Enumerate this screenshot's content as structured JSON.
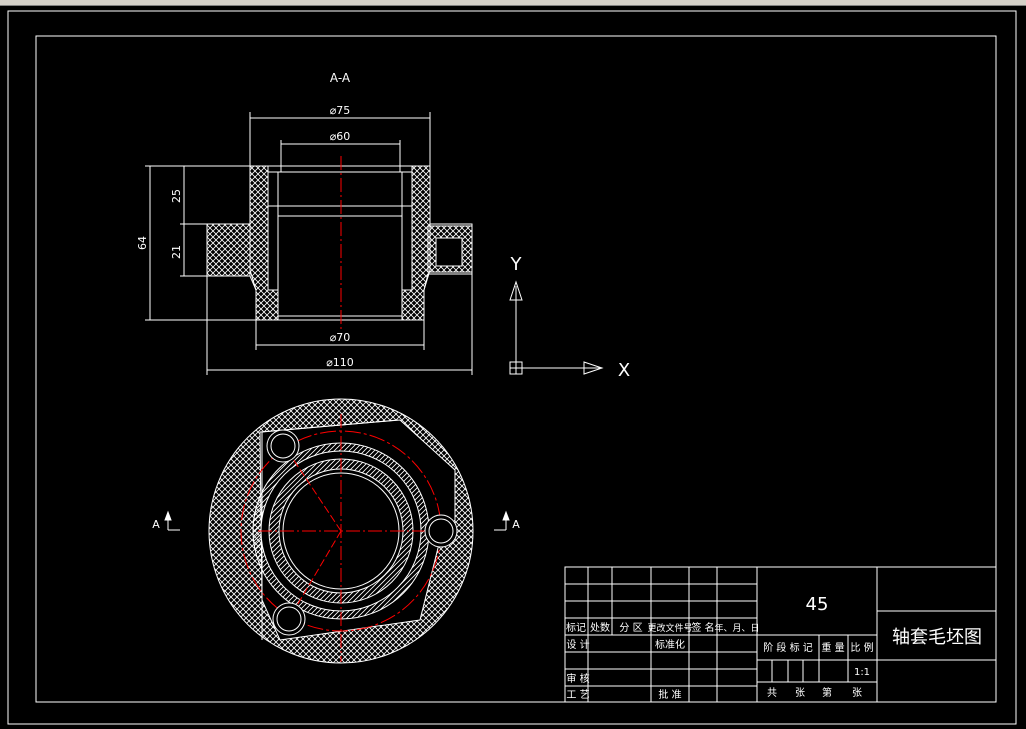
{
  "section_label": "A-A",
  "dimensions": {
    "d75": "⌀75",
    "d60": "⌀60",
    "d70": "⌀70",
    "d110": "⌀110",
    "h64": "64",
    "h25": "25",
    "h21": "21"
  },
  "cut_marks": {
    "left": "A",
    "right": "A"
  },
  "ucs": {
    "x_label": "X",
    "y_label": "Y"
  },
  "title_block": {
    "material": "45",
    "drawing_title": "轴套毛坯图",
    "headers": [
      "标记",
      "处数",
      "分 区",
      "更改文件号",
      "签 名",
      "年、月、日"
    ],
    "design": "设 计",
    "standardization": "标准化",
    "review": "审 核",
    "process": "工 艺",
    "approve": "批 准",
    "stage_mark": "阶 段 标 记",
    "weight": "重 量",
    "scale_label": "比 例",
    "scale_value": "1:1",
    "sheets": [
      "共",
      "张",
      "第",
      "张"
    ]
  },
  "colors": {
    "background": "#000000",
    "lines": "#ffffff",
    "centerline": "#ff0000"
  }
}
